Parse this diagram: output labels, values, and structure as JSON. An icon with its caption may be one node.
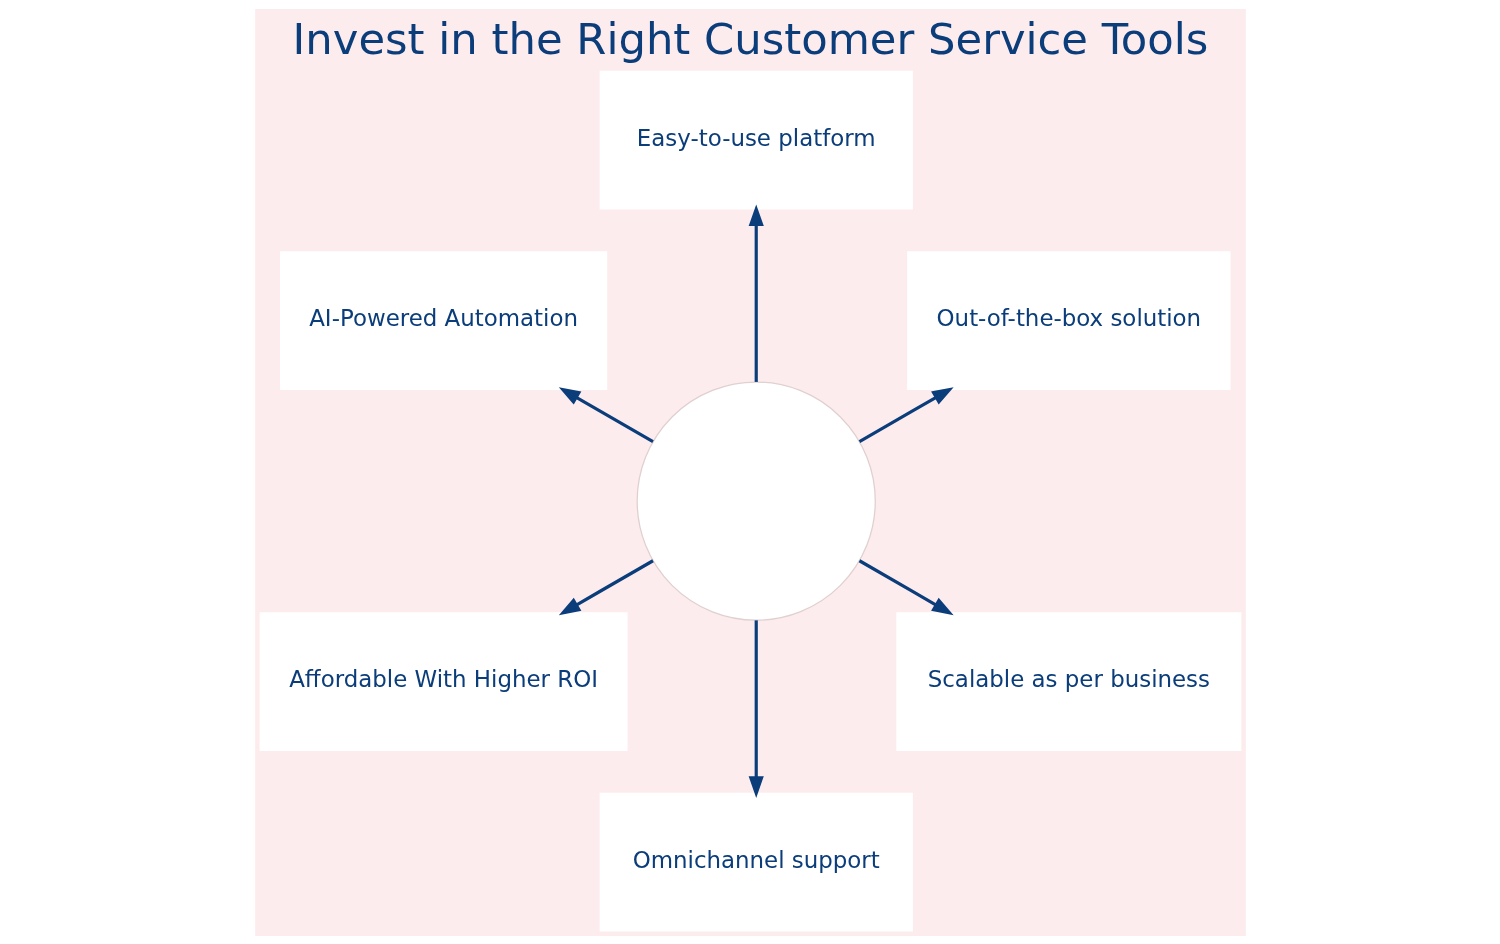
{
  "diagram": {
    "title": "Invest in the Right Customer Service Tools",
    "nodes": [
      {
        "text": [],
        "shape": "circle"
      },
      {
        "text": [
          "Out-of-the-box solution"
        ]
      },
      {
        "text": [
          "Easy-to-use platform"
        ]
      },
      {
        "text": [
          "AI-Powered Automation"
        ]
      },
      {
        "text": [
          "Affordable With Higher ROI"
        ]
      },
      {
        "text": [
          "Omnichannel support"
        ]
      },
      {
        "text": [
          "Scalable as per business"
        ]
      }
    ],
    "edges": [
      {
        "from": 0,
        "to": 1,
        "arrow": "to"
      },
      {
        "from": 0,
        "to": 2,
        "arrow": "to"
      },
      {
        "from": 0,
        "to": 3,
        "arrow": "to"
      },
      {
        "from": 0,
        "to": 4,
        "arrow": "to"
      },
      {
        "from": 0,
        "to": 5,
        "arrow": "to"
      },
      {
        "from": 0,
        "to": 6,
        "arrow": "to"
      }
    ]
  }
}
